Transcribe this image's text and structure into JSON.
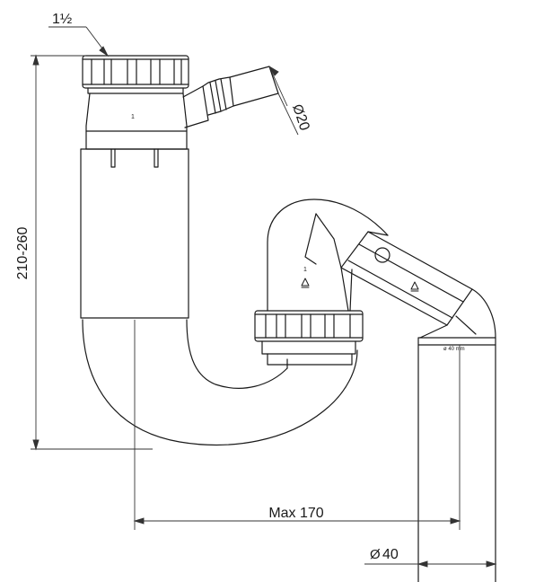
{
  "labels": {
    "thread_size": "1½",
    "overall_height": "210-260",
    "side_inlet_diameter": "20",
    "side_inlet_symbol": "Ø",
    "max_width": "Max 170",
    "outlet_diameter": "40",
    "outlet_symbol": "Ø",
    "outlet_pipe_label": "ø 40 mm",
    "part_number": "1",
    "part_number_2": "1"
  },
  "colors": {
    "line": "#1a1a1a",
    "thin": "#333333",
    "background": "#ffffff"
  },
  "icons": {
    "recycle_mark_1": "recycle-icon",
    "recycle_mark_2": "recycle-icon"
  }
}
